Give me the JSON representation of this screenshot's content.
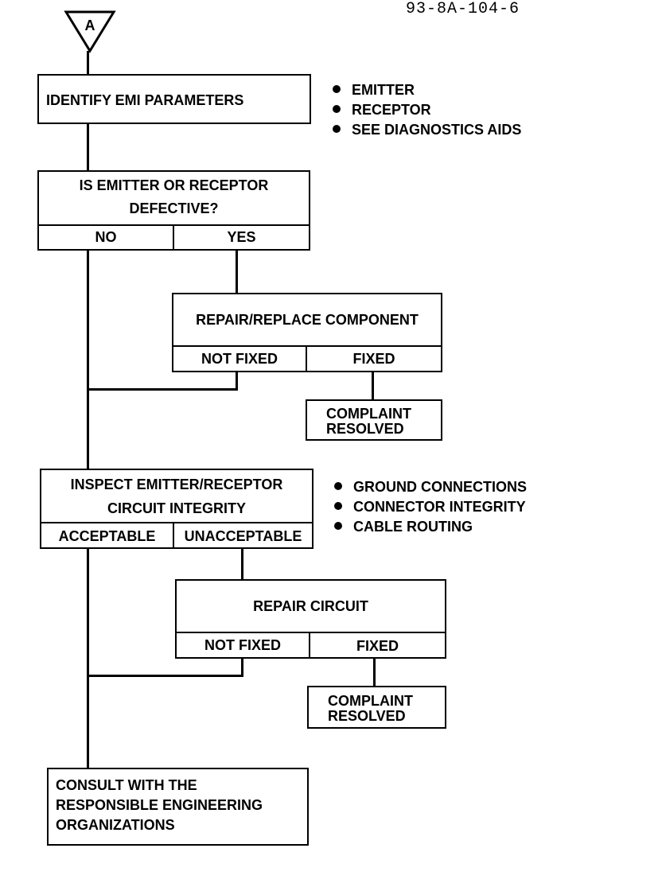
{
  "reference": "93-8A-104-6",
  "connector": {
    "label": "A"
  },
  "step1": {
    "text": "IDENTIFY EMI PARAMETERS",
    "notes": [
      "EMITTER",
      "RECEPTOR",
      "SEE DIAGNOSTICS AIDS"
    ]
  },
  "decision1": {
    "line1": "IS EMITTER OR RECEPTOR",
    "line2": "DEFECTIVE?",
    "no": "NO",
    "yes": "YES"
  },
  "repair1": {
    "text": "REPAIR/REPLACE COMPONENT",
    "not_fixed": "NOT FIXED",
    "fixed": "FIXED",
    "resolved_line1": "COMPLAINT",
    "resolved_line2": "RESOLVED"
  },
  "decision2": {
    "line1": "INSPECT EMITTER/RECEPTOR",
    "line2": "CIRCUIT INTEGRITY",
    "acceptable": "ACCEPTABLE",
    "unacceptable": "UNACCEPTABLE",
    "notes": [
      "GROUND CONNECTIONS",
      "CONNECTOR INTEGRITY",
      "CABLE ROUTING"
    ]
  },
  "repair2": {
    "text": "REPAIR CIRCUIT",
    "not_fixed": "NOT FIXED",
    "fixed": "FIXED",
    "resolved_line1": "COMPLAINT",
    "resolved_line2": "RESOLVED"
  },
  "final": {
    "line1": "CONSULT WITH THE",
    "line2": "RESPONSIBLE ENGINEERING",
    "line3": "ORGANIZATIONS"
  }
}
